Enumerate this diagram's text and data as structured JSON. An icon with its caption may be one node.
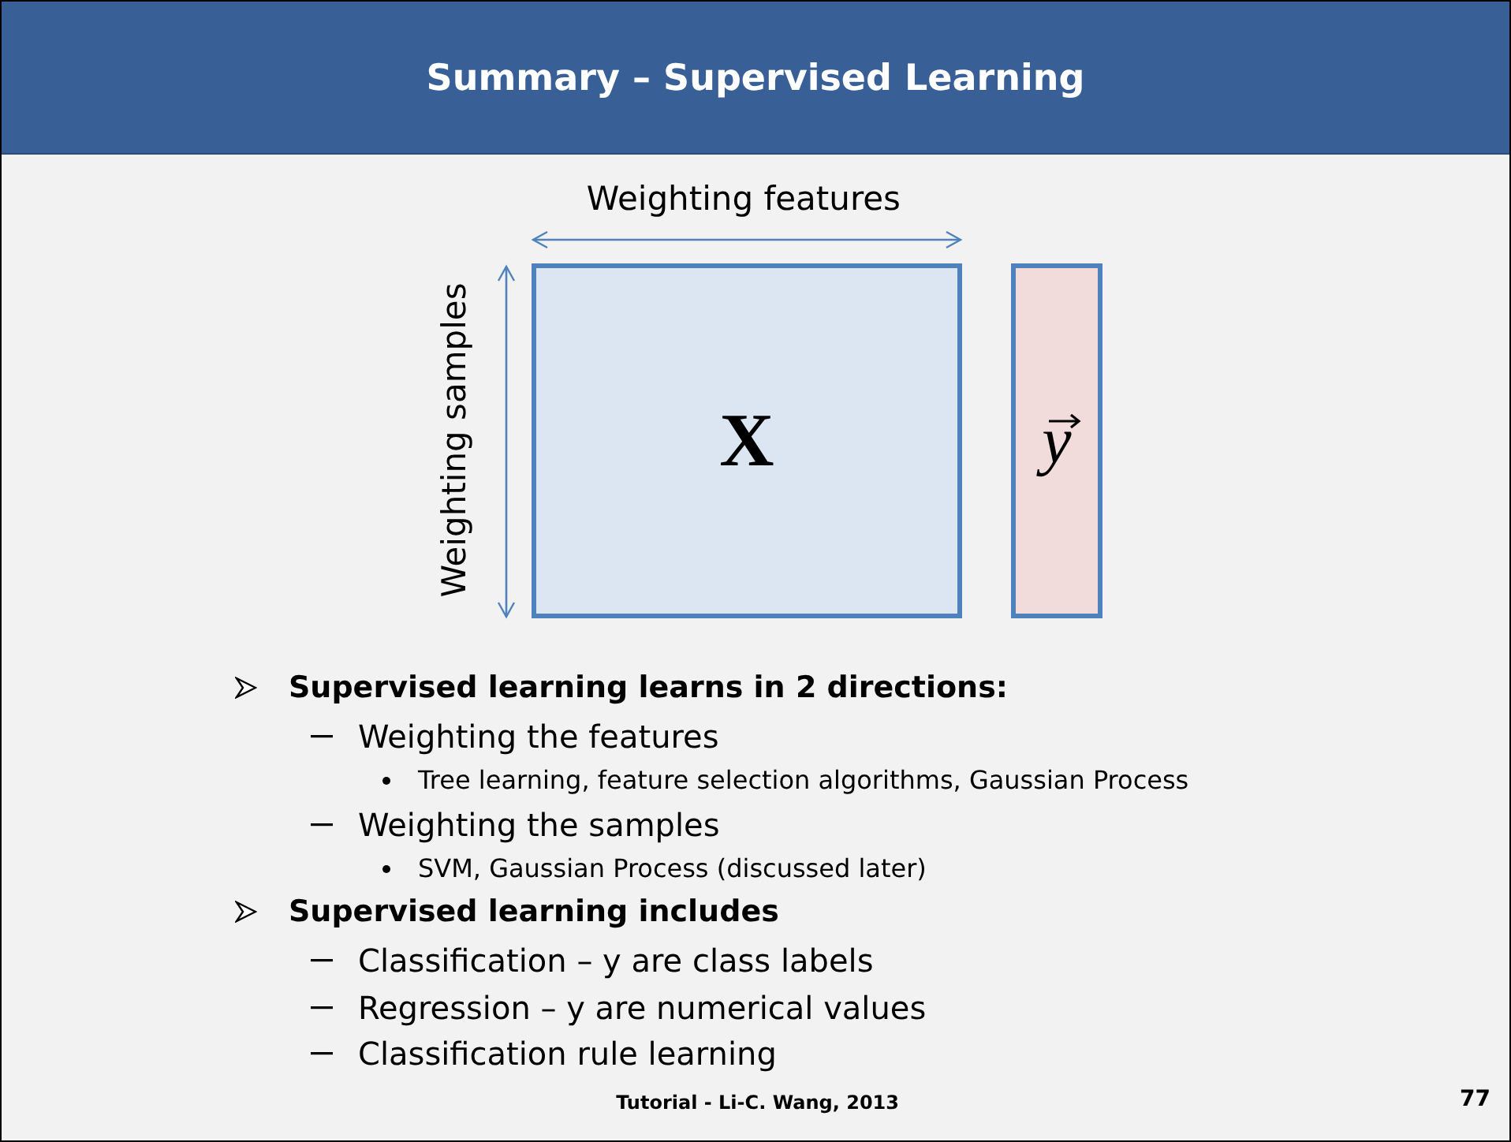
{
  "diagram": {
    "title": "Summary – Supervised Learning",
    "nodes": [
      {
        "text": [
          "X"
        ]
      },
      {
        "text": [
          "y"
        ]
      }
    ],
    "edges": [],
    "labels": [
      "Weighting features",
      "Weighting samples",
      "Supervised learning learns in 2 directions:",
      "Weighting the features",
      "Tree learning, feature selection algorithms, Gaussian Process",
      "Weighting the samples",
      "SVM, Gaussian Process (discussed later)",
      "Supervised learning includes",
      "Classification – y are class labels",
      "Regression – y are numerical values",
      "Classification rule learning",
      "Tutorial - Li-C. Wang, 2013",
      "77"
    ]
  }
}
